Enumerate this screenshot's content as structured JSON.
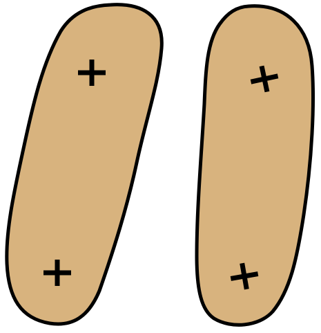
{
  "colors": {
    "background": "#ffffff",
    "shape_fill": "#D8B37E",
    "outline": "#000000",
    "marker": "#000000"
  },
  "shapes": [
    {
      "name": "left-oval",
      "markers": [
        {
          "name": "plus-marker-top-left",
          "icon": "plus-icon"
        },
        {
          "name": "plus-marker-bottom-left",
          "icon": "plus-icon"
        }
      ]
    },
    {
      "name": "right-oval",
      "markers": [
        {
          "name": "plus-marker-top-right",
          "icon": "plus-icon"
        },
        {
          "name": "plus-marker-bottom-right",
          "icon": "plus-icon"
        }
      ]
    }
  ]
}
